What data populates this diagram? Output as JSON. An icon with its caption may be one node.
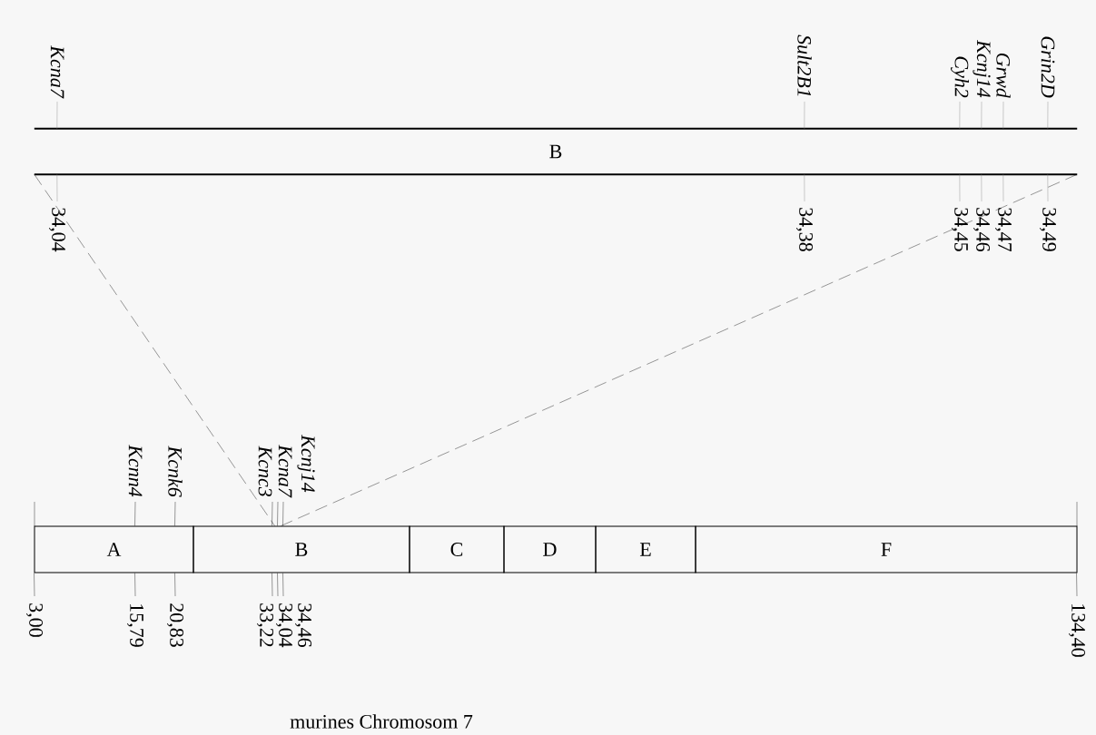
{
  "diagram": {
    "caption": "murines Chromosom 7",
    "nodes": [
      {
        "text": [
          "B"
        ]
      },
      {
        "text": [
          "A"
        ]
      },
      {
        "text": [
          "B"
        ]
      },
      {
        "text": [
          "C"
        ]
      },
      {
        "text": [
          "D"
        ]
      },
      {
        "text": [
          "E"
        ]
      },
      {
        "text": [
          "F"
        ]
      },
      {
        "text": [
          "Kcna7"
        ]
      },
      {
        "text": [
          "Sult2B1"
        ]
      },
      {
        "text": [
          "Cyh2"
        ]
      },
      {
        "text": [
          "Kcnj14"
        ]
      },
      {
        "text": [
          "Grwd"
        ]
      },
      {
        "text": [
          "Grin2D"
        ]
      },
      {
        "text": [
          "34,04"
        ]
      },
      {
        "text": [
          "34,38"
        ]
      },
      {
        "text": [
          "34,45"
        ]
      },
      {
        "text": [
          "34,46"
        ]
      },
      {
        "text": [
          "34,47"
        ]
      },
      {
        "text": [
          "34,49"
        ]
      },
      {
        "text": [
          "Kcnn4"
        ]
      },
      {
        "text": [
          "Kcnk6"
        ]
      },
      {
        "text": [
          "Kcnc3"
        ]
      },
      {
        "text": [
          "Kcna7"
        ]
      },
      {
        "text": [
          "Kcnj14"
        ]
      },
      {
        "text": [
          "3,00"
        ]
      },
      {
        "text": [
          "15,79"
        ]
      },
      {
        "text": [
          "20,83"
        ]
      },
      {
        "text": [
          "33,22"
        ]
      },
      {
        "text": [
          "34,04"
        ]
      },
      {
        "text": [
          "34,46"
        ]
      },
      {
        "text": [
          "134,40"
        ]
      }
    ],
    "edges": [
      {
        "from": 0,
        "to": 2,
        "arrow": "none",
        "style": "dashed"
      },
      {
        "from": 0,
        "to": 2,
        "arrow": "none",
        "style": "dashed"
      },
      {
        "from": 7,
        "to": 0,
        "arrow": "none",
        "color": "#808080"
      },
      {
        "from": 8,
        "to": 0,
        "arrow": "none",
        "color": "#808080"
      },
      {
        "from": 9,
        "to": 0,
        "arrow": "none",
        "color": "#808080"
      },
      {
        "from": 10,
        "to": 0,
        "arrow": "none",
        "color": "#808080"
      },
      {
        "from": 11,
        "to": 0,
        "arrow": "none",
        "color": "#808080"
      },
      {
        "from": 12,
        "to": 0,
        "arrow": "none",
        "color": "#808080"
      },
      {
        "from": 13,
        "to": 0,
        "arrow": "none",
        "color": "#808080"
      },
      {
        "from": 14,
        "to": 0,
        "arrow": "none",
        "color": "#808080"
      },
      {
        "from": 15,
        "to": 0,
        "arrow": "none",
        "color": "#808080"
      },
      {
        "from": 16,
        "to": 0,
        "arrow": "none",
        "color": "#808080"
      },
      {
        "from": 17,
        "to": 0,
        "arrow": "none",
        "color": "#808080"
      },
      {
        "from": 18,
        "to": 0,
        "arrow": "none",
        "color": "#808080"
      },
      {
        "from": 19,
        "to": 1,
        "arrow": "none"
      },
      {
        "from": 20,
        "to": 1,
        "arrow": "none"
      },
      {
        "from": 21,
        "to": 2,
        "arrow": "none"
      },
      {
        "from": 22,
        "to": 2,
        "arrow": "none"
      },
      {
        "from": 23,
        "to": 2,
        "arrow": "none"
      },
      {
        "from": 24,
        "to": 1,
        "arrow": "none"
      },
      {
        "from": 25,
        "to": 1,
        "arrow": "none"
      },
      {
        "from": 26,
        "to": 1,
        "arrow": "none"
      },
      {
        "from": 27,
        "to": 2,
        "arrow": "none"
      },
      {
        "from": 28,
        "to": 2,
        "arrow": "none"
      },
      {
        "from": 29,
        "to": 2,
        "arrow": "none"
      },
      {
        "from": 30,
        "to": 6,
        "arrow": "none"
      }
    ]
  }
}
